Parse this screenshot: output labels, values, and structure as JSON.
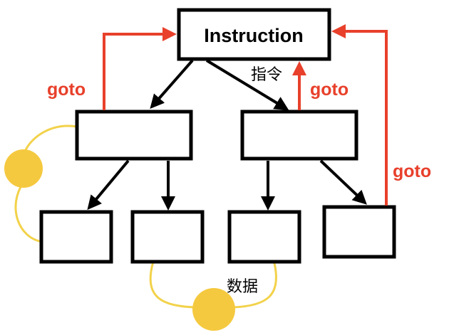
{
  "diagram": {
    "root_label": "Instruction",
    "instruction_caption": "指令",
    "data_caption": "数据",
    "goto_labels": [
      "goto",
      "goto",
      "goto"
    ],
    "colors": {
      "box_stroke": "#000000",
      "goto": "#e8402b",
      "link": "#f2d24a",
      "dot": "#f5c93f"
    }
  }
}
